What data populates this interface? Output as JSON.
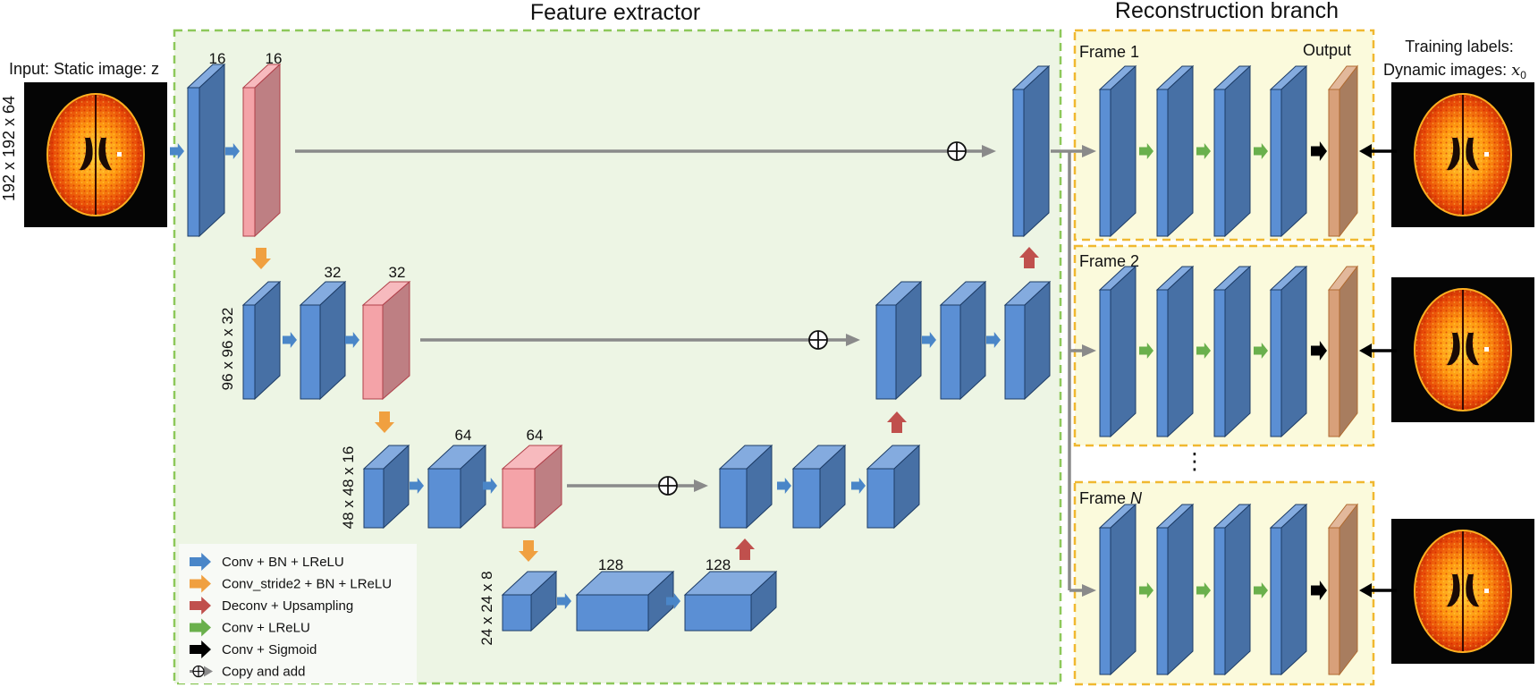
{
  "headings": {
    "feature_extractor": "Feature extractor",
    "reconstruction_branch": "Reconstruction branch"
  },
  "input": {
    "label": "Input: Static image: z",
    "dims": "192 x 192 x 64"
  },
  "training_labels": {
    "line1": "Training labels:",
    "line2_prefix": "Dynamic images: ",
    "line2_symbol": "x",
    "line2_sub": "0"
  },
  "encoder": {
    "level1": {
      "channels_a": "16",
      "channels_b": "16"
    },
    "level2": {
      "dims": "96 x 96 x 32",
      "channels_a": "32",
      "channels_b": "32"
    },
    "level3": {
      "dims": "48 x 48 x 16",
      "channels_a": "64",
      "channels_b": "64"
    },
    "bottleneck": {
      "dims": "24 x 24 x 8",
      "channels_a": "128",
      "channels_b": "128"
    }
  },
  "frames": [
    {
      "label_prefix": "Frame ",
      "label_index": "1",
      "italic": false,
      "output_label": "Output"
    },
    {
      "label_prefix": "Frame ",
      "label_index": "2",
      "italic": false,
      "output_label": ""
    },
    {
      "label_prefix": "Frame ",
      "label_index": "N",
      "italic": true,
      "output_label": ""
    }
  ],
  "ellipsis": "⋮",
  "legend": [
    {
      "label": "Conv + BN + LReLU",
      "kind": "arrow",
      "color": "#4a86c8"
    },
    {
      "label": "Conv_stride2 + BN + LReLU",
      "kind": "arrow",
      "color": "#f0a040"
    },
    {
      "label": "Deconv + Upsampling",
      "kind": "arrow",
      "color": "#c0504d"
    },
    {
      "label": "Conv + LReLU",
      "kind": "arrow",
      "color": "#6ab04c"
    },
    {
      "label": "Conv + Sigmoid",
      "kind": "arrow",
      "color": "#000000"
    },
    {
      "label": "Copy and add",
      "kind": "copy",
      "color": "#8a8a8a"
    }
  ],
  "colors": {
    "conv_block": "#5b8fd4",
    "stride_block": "#f4a3a8",
    "output_block": "#d8a07a",
    "feature_bg": "#edf5e4",
    "feature_border": "#8dc85a",
    "recon_bg": "#fbfadc",
    "recon_border": "#f0b830",
    "skip_arrow": "#8a8a8a"
  },
  "icons": {
    "brain_image": "brain-mri-icon",
    "add_symbol": "circle-plus-icon"
  }
}
